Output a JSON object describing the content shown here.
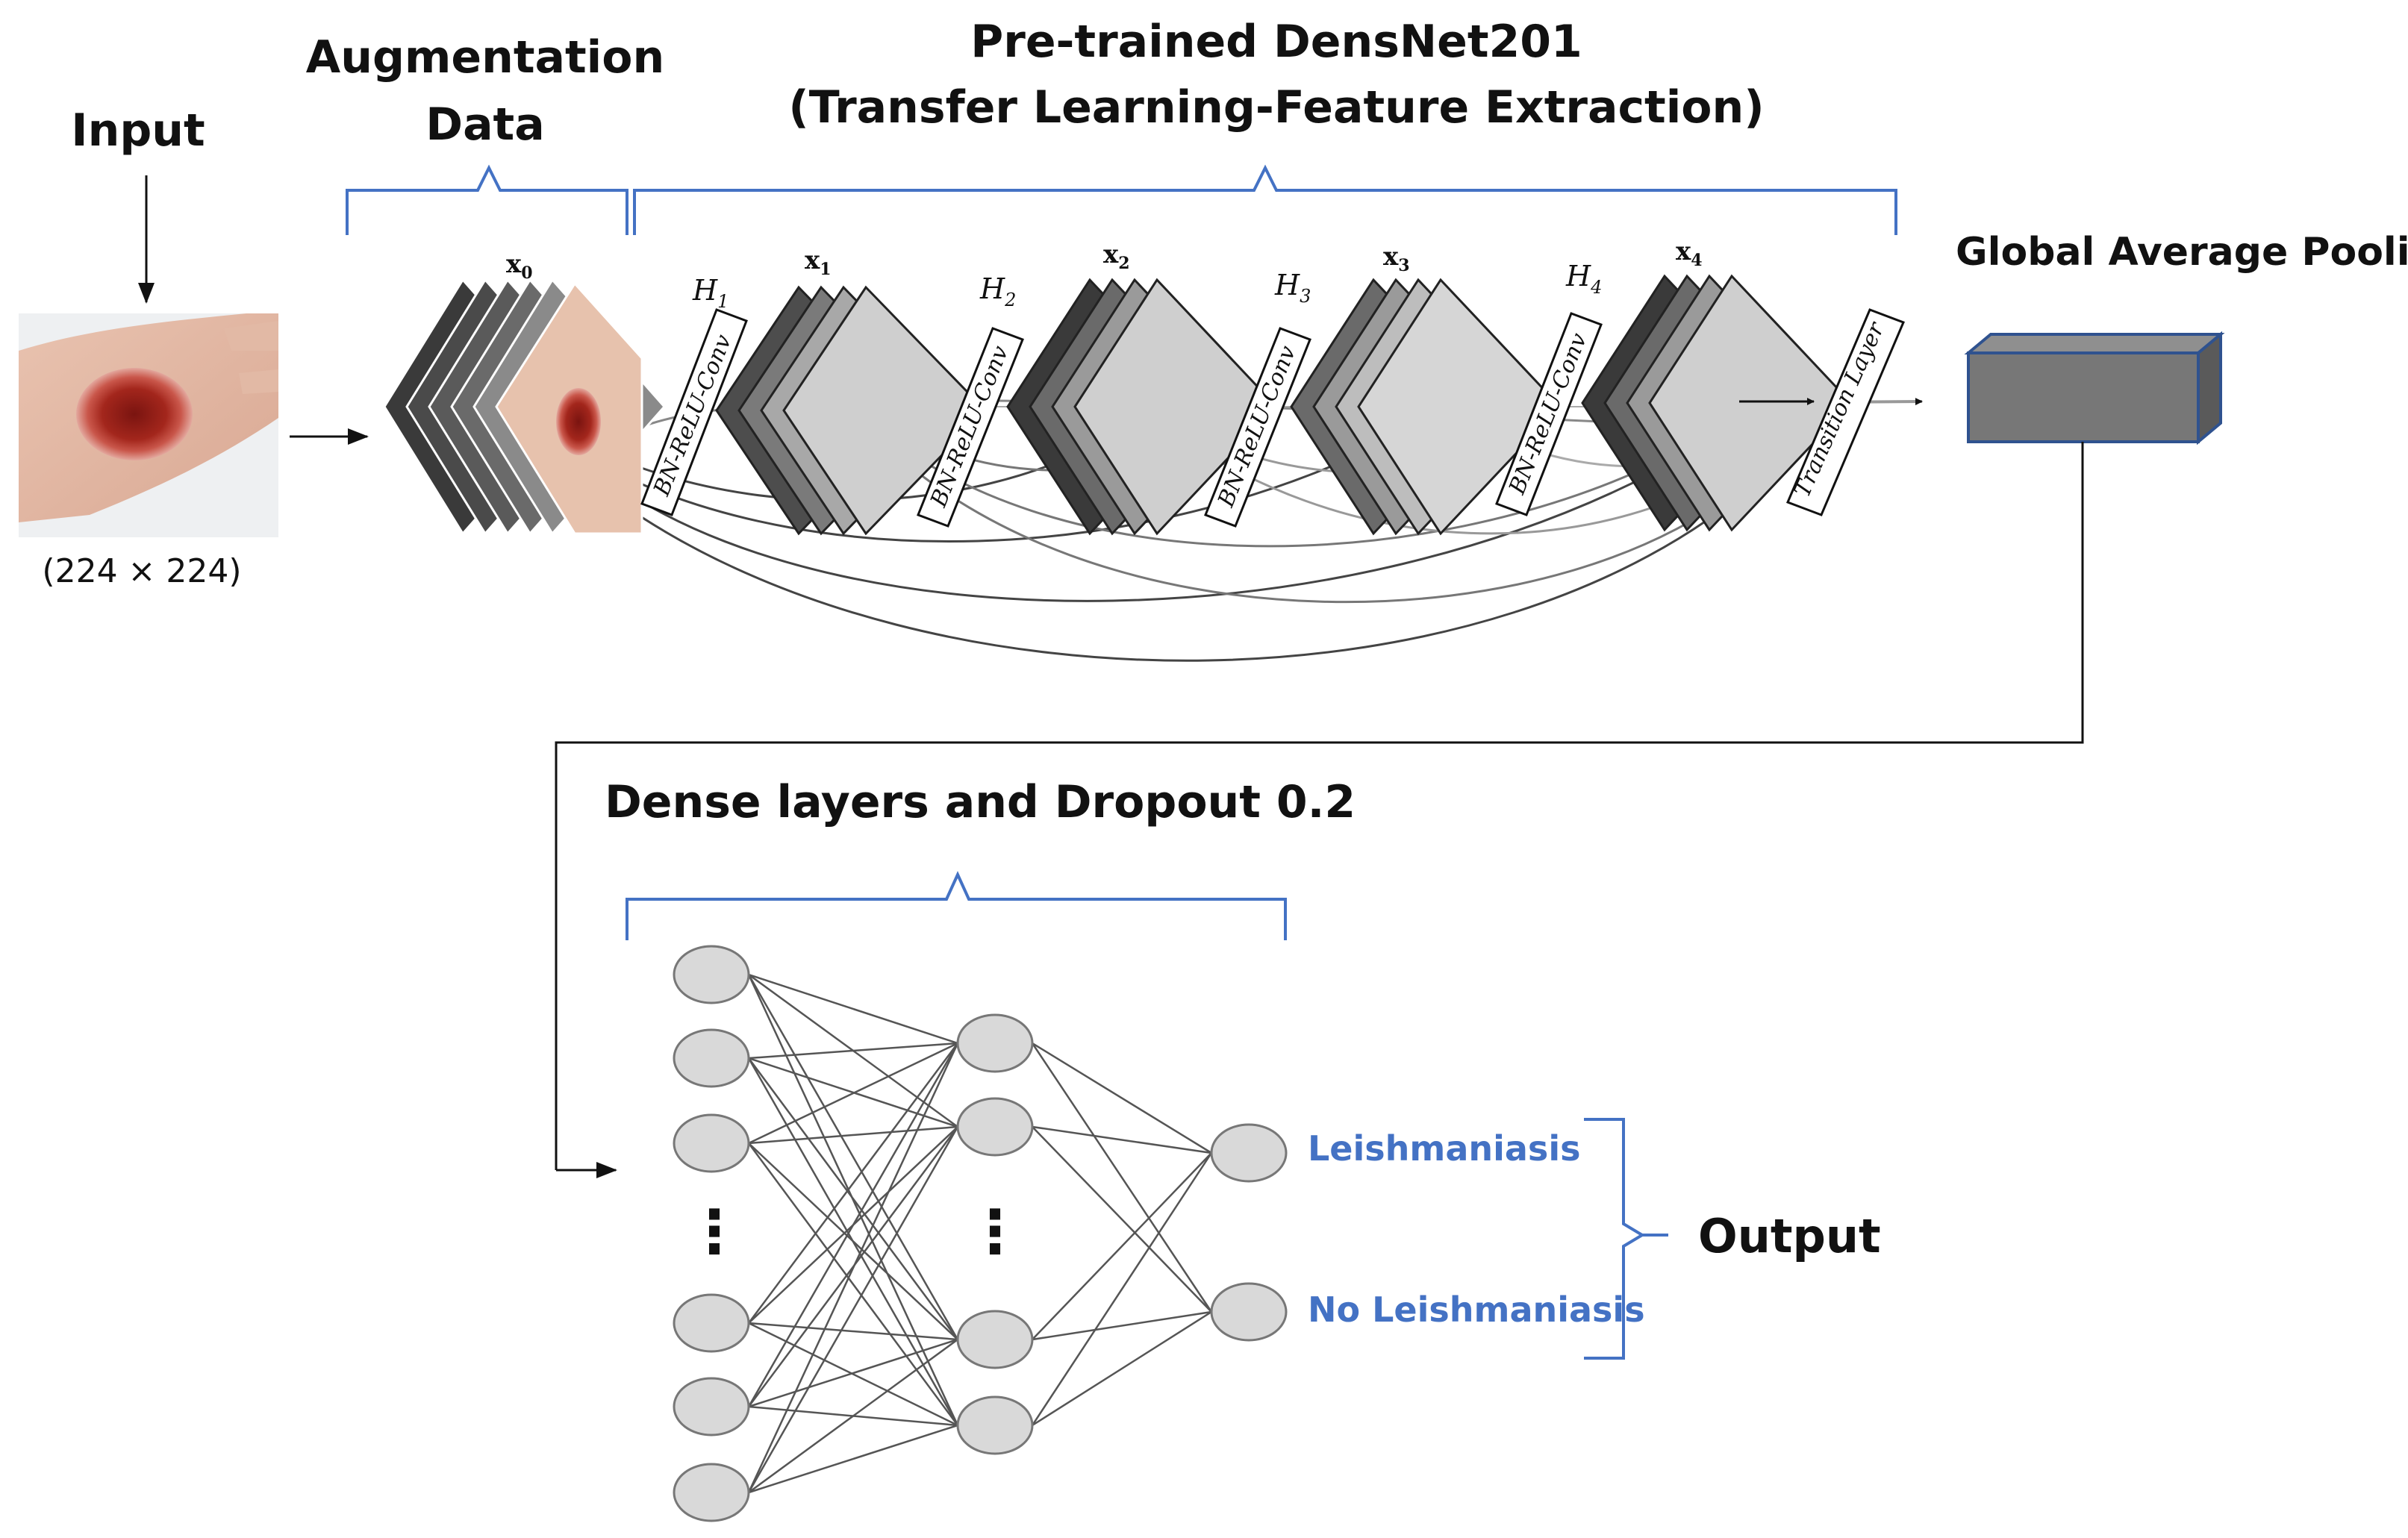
{
  "labels": {
    "input": "Input",
    "input_size": "(224 × 224)",
    "augmentation": [
      "Augmentation",
      "Data"
    ],
    "backbone": [
      "Pre-trained DensNet201",
      "(Transfer Learning-Feature Extraction)"
    ],
    "gap": "Global Average Pooling",
    "dense": "Dense layers and Dropout 0.2",
    "output": "Output"
  },
  "blocks": {
    "features": [
      "x",
      "x",
      "x",
      "x",
      "x"
    ],
    "feature_subscripts": [
      "0",
      "1",
      "2",
      "3",
      "4"
    ],
    "layers": [
      "H",
      "H",
      "H",
      "H"
    ],
    "layer_subscripts": [
      "1",
      "2",
      "3",
      "4"
    ],
    "layer_op": "BN-ReLU-Conv",
    "transition": "Transition Layer"
  },
  "classes": [
    "Leishmaniasis",
    "No Leishmaniasis"
  ],
  "ellipsis": "⋮",
  "colors": {
    "bracket": "#4472c4",
    "class_text": "#4472c4",
    "gap_box": "#777777",
    "node_fill": "#d9d9d9"
  }
}
